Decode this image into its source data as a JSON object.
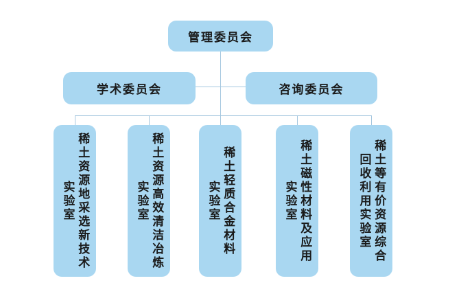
{
  "diagram": {
    "type": "org-chart",
    "colors": {
      "box_fill": "#a9d7f1",
      "connector_line": "#a5c7df",
      "text": "#1a1a1a",
      "background": "#ffffff"
    },
    "root": {
      "label": "管理委员会"
    },
    "committees": [
      {
        "label": "学术委员会"
      },
      {
        "label": "咨询委员会"
      }
    ],
    "labs": [
      {
        "title": "稀土资源地采选新技术",
        "suffix": "实验室"
      },
      {
        "title": "稀土资源高效清洁冶炼",
        "suffix": "实验室"
      },
      {
        "title": "稀土轻质合金材料",
        "suffix": "实验室"
      },
      {
        "title": "稀土磁性材料及应用",
        "suffix": "实验室"
      },
      {
        "title": "稀土等有价资源综合",
        "suffix": "回收利用实验室"
      }
    ]
  }
}
